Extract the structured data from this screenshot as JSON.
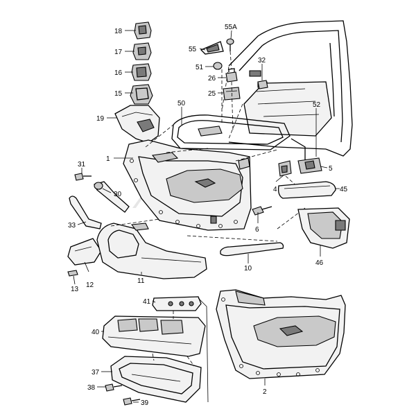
{
  "watermark": "Xbnnos",
  "labels": {
    "p18": "18",
    "p17": "17",
    "p16": "16",
    "p15": "15",
    "p19": "19",
    "p55a": "55A",
    "p55": "55",
    "p51": "51",
    "p26": "26",
    "p25": "25",
    "p32": "32",
    "p50": "50",
    "p52": "52",
    "p1": "1",
    "p31": "31",
    "p30": "30",
    "p33": "33",
    "p12": "12",
    "p13": "13",
    "p11": "11",
    "p10": "10",
    "p6": "6",
    "p4": "4",
    "p5": "5",
    "p45": "45",
    "p46": "46",
    "p41": "41",
    "p40": "40",
    "p37": "37",
    "p38": "38",
    "p39": "39",
    "p2": "2"
  }
}
